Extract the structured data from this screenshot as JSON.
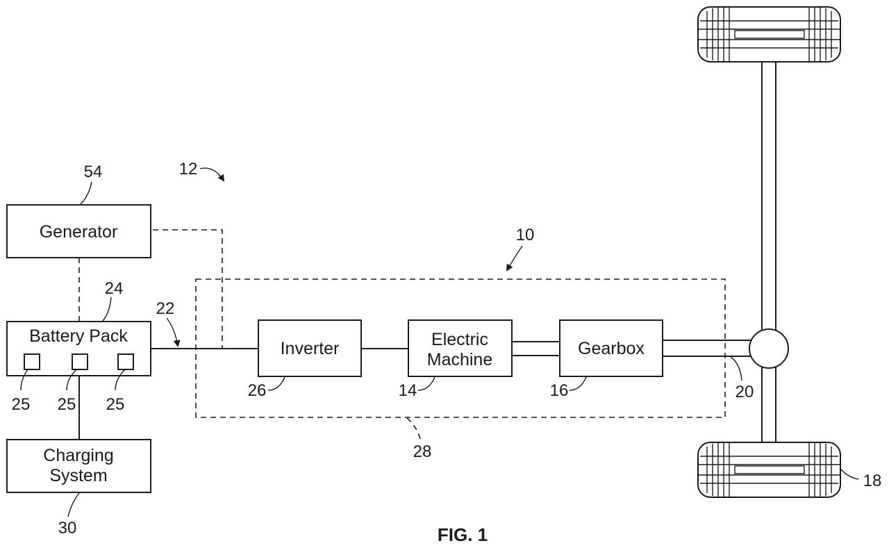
{
  "components": {
    "generator": "Generator",
    "battery_pack": "Battery Pack",
    "charging_line1": "Charging",
    "charging_line2": "System",
    "inverter": "Inverter",
    "electric_line1": "Electric",
    "electric_line2": "Machine",
    "gearbox": "Gearbox"
  },
  "refs": {
    "generator": "54",
    "system": "12",
    "drivetrain": "10",
    "battery_pack": "24",
    "bus": "22",
    "cell_a": "25",
    "cell_b": "25",
    "cell_c": "25",
    "inverter": "26",
    "electric_machine": "14",
    "gearbox": "16",
    "axle": "20",
    "enclosure": "28",
    "charging_system": "30",
    "wheel": "18"
  },
  "figure_label": "FIG. 1"
}
